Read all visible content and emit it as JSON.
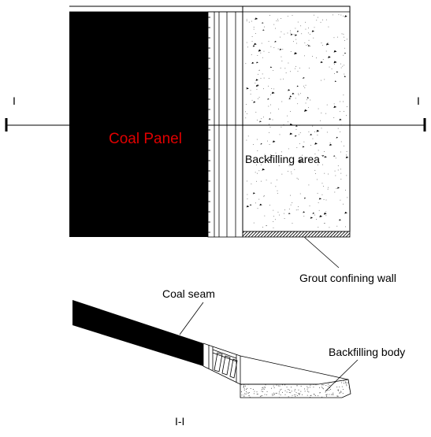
{
  "plan_view": {
    "coal_panel_label": "Coal Panel",
    "backfilling_area_label": "Backfilling area",
    "grout_wall_label": "Grout confining wall",
    "section_marker_left": "I",
    "section_marker_right": "I"
  },
  "section_view": {
    "coal_seam_label": "Coal seam",
    "backfilling_body_label": "Backfilling body",
    "section_title": "I-I"
  },
  "colors": {
    "coal": "#000000",
    "coal_label": "#e00000",
    "line": "#000000",
    "background": "#ffffff",
    "fill_speckle": "#555555"
  }
}
